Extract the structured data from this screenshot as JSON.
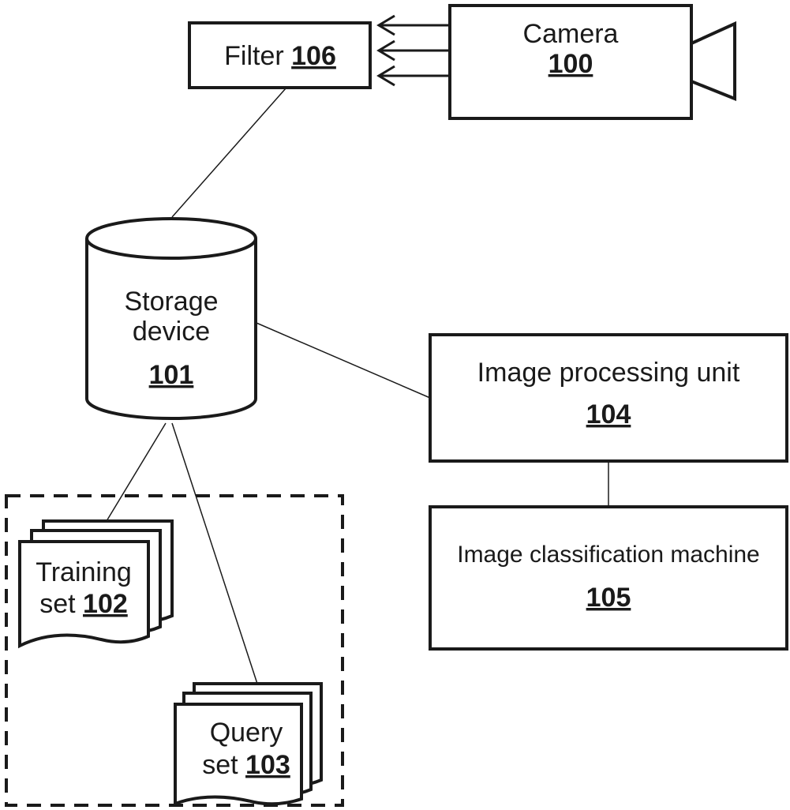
{
  "filter": {
    "label": "Filter",
    "number": "106"
  },
  "camera": {
    "label": "Camera",
    "number": "100"
  },
  "storage": {
    "line1": "Storage",
    "line2": "device",
    "number": "101"
  },
  "ipu": {
    "label": "Image processing unit",
    "number": "104"
  },
  "icm": {
    "label": "Image classification machine",
    "number": "105"
  },
  "training": {
    "line1": "Training",
    "line2": "set",
    "number": "102"
  },
  "query": {
    "line1": "Query",
    "line2": "set",
    "number": "103"
  }
}
